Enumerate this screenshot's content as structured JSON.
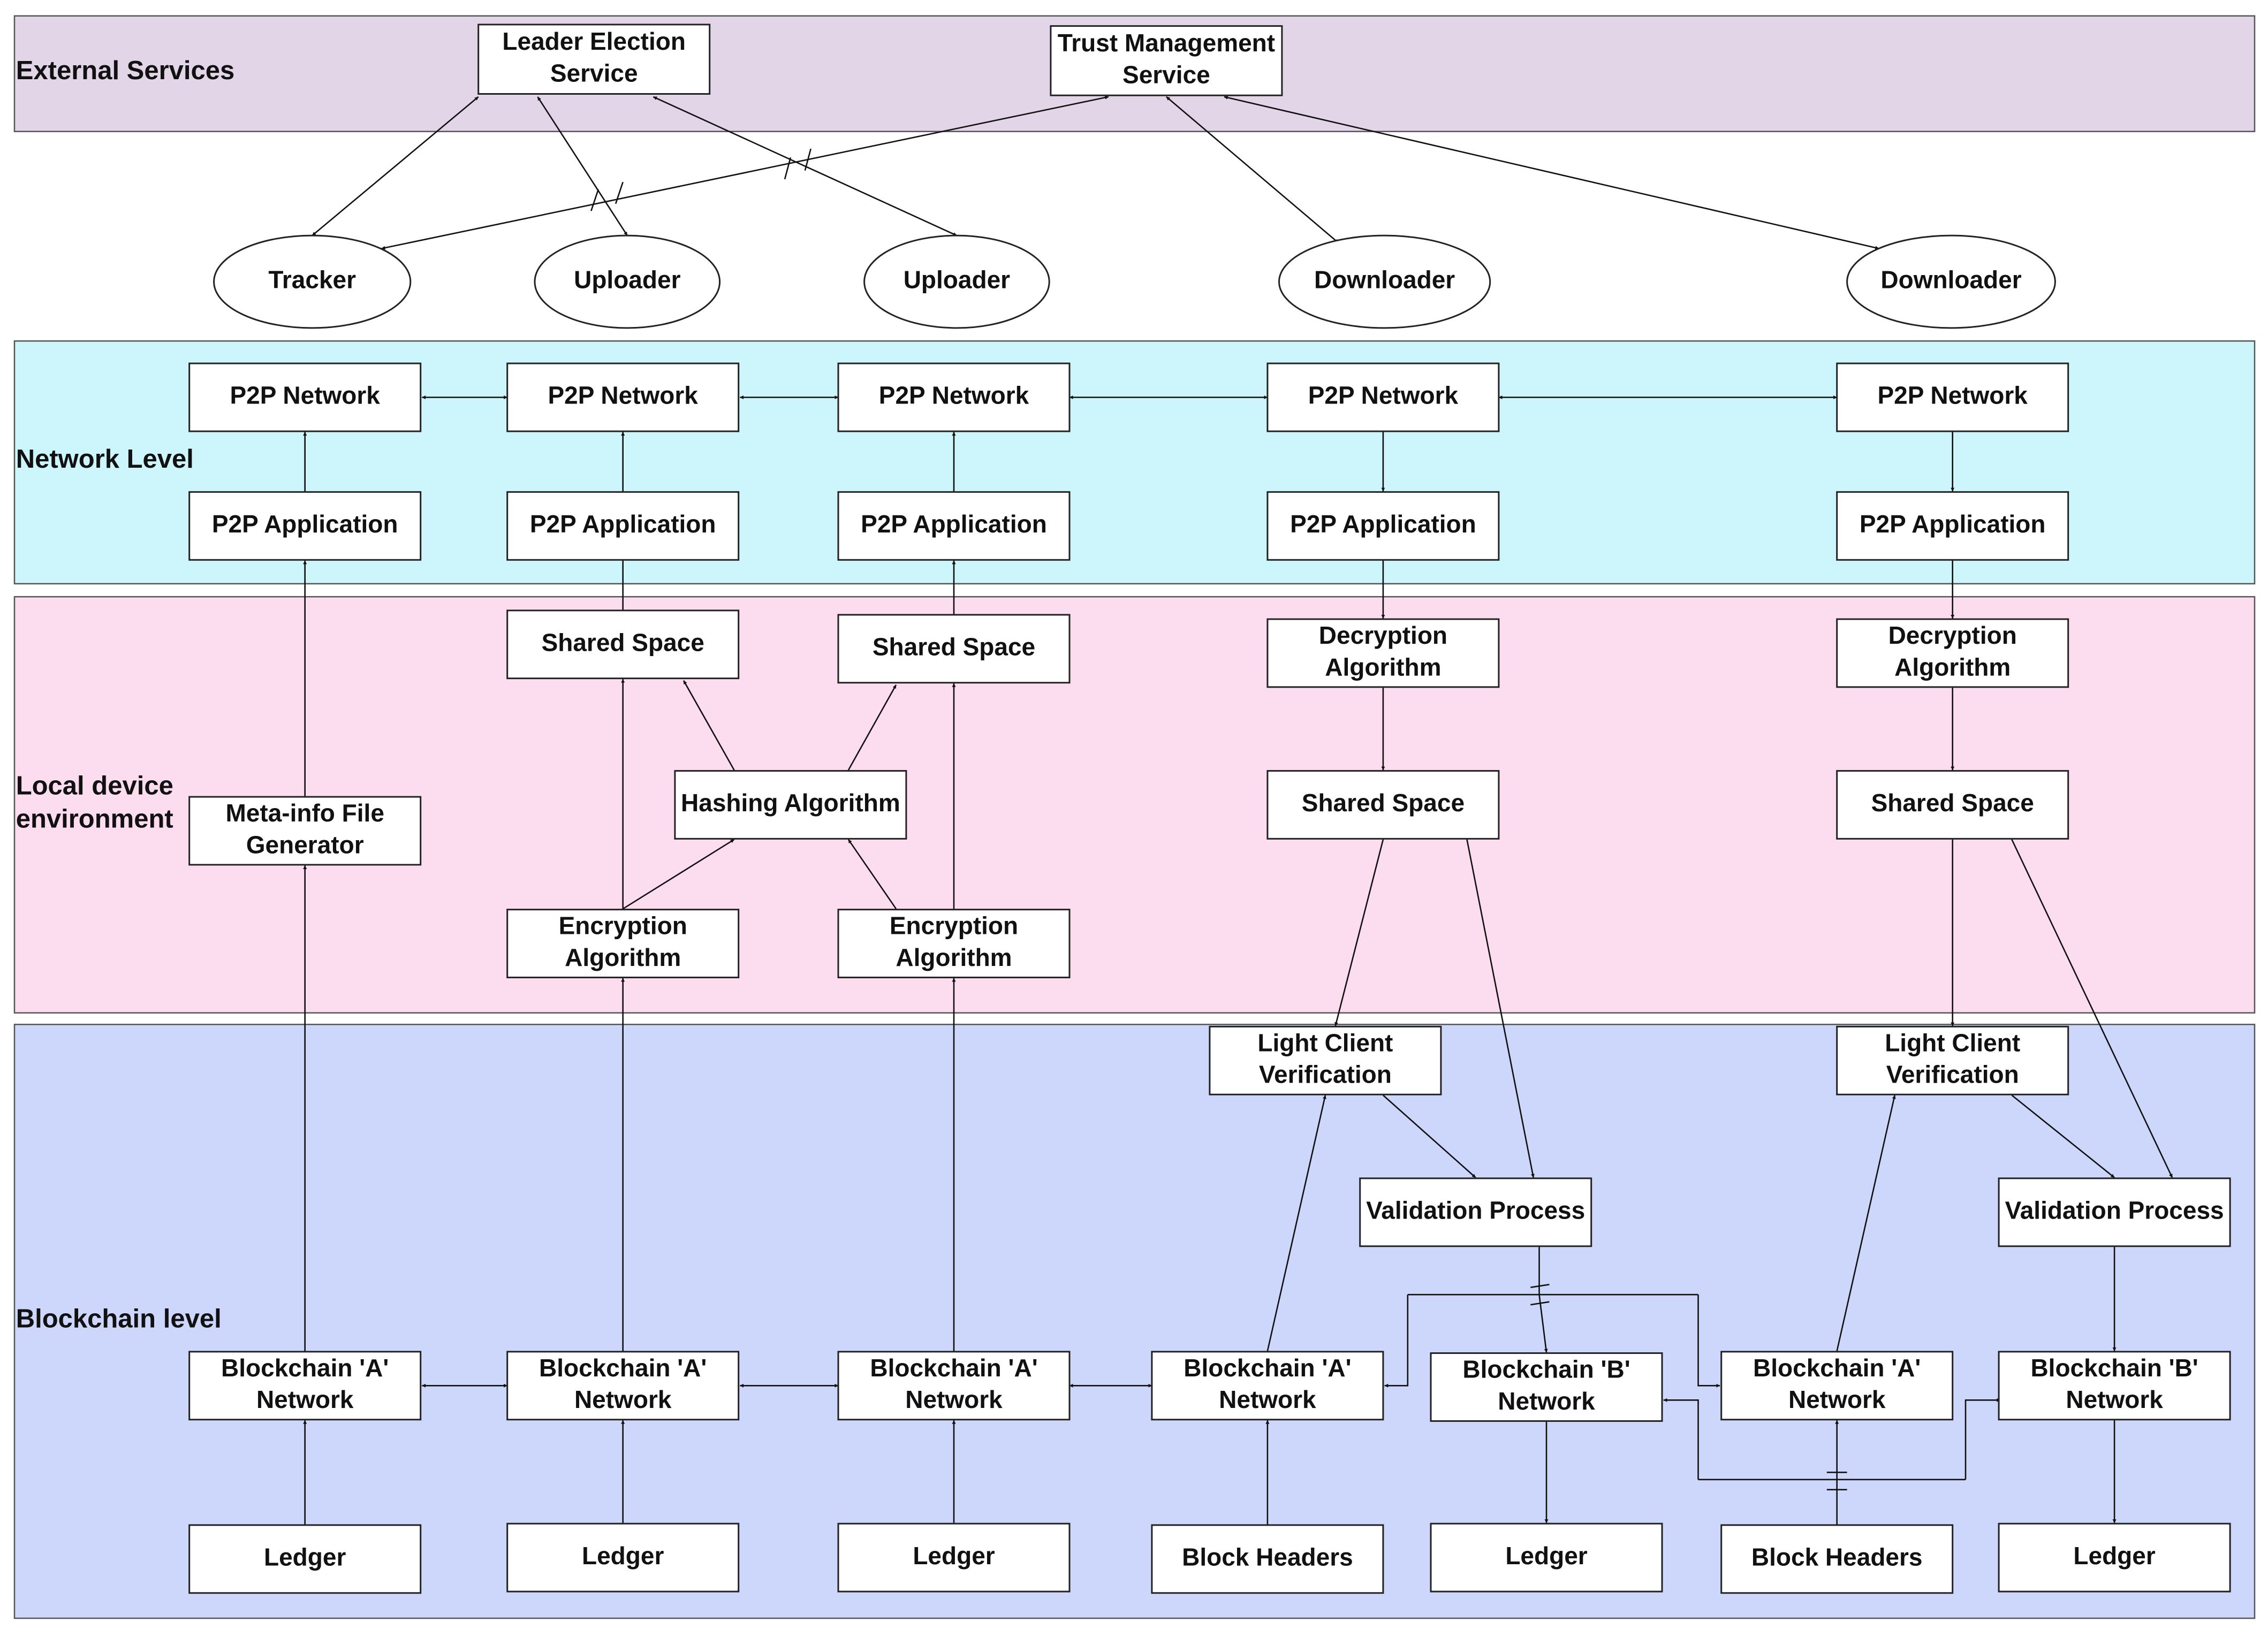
{
  "colors": {
    "external": "#e2d5e8",
    "network": "#cdf6fc",
    "local": "#fcdcef",
    "blockchain": "#ccd7fb"
  },
  "layers": [
    {
      "id": "external",
      "label": [
        "External Services"
      ]
    },
    {
      "id": "network",
      "label": [
        "Network Level"
      ]
    },
    {
      "id": "local",
      "label": [
        "Local device",
        "environment"
      ]
    },
    {
      "id": "blockchain",
      "label": [
        "Blockchain level"
      ]
    }
  ],
  "nodes": [
    {
      "id": "leader",
      "text": [
        "Leader Election",
        "Service"
      ]
    },
    {
      "id": "trust",
      "text": [
        "Trust Management",
        "Service"
      ]
    },
    {
      "id": "tracker",
      "text": [
        "Tracker"
      ]
    },
    {
      "id": "uploader1",
      "text": [
        "Uploader"
      ]
    },
    {
      "id": "uploader2",
      "text": [
        "Uploader"
      ]
    },
    {
      "id": "downloader1",
      "text": [
        "Downloader"
      ]
    },
    {
      "id": "downloader2",
      "text": [
        "Downloader"
      ]
    },
    {
      "id": "p2pnet1",
      "text": [
        "P2P Network"
      ]
    },
    {
      "id": "p2pnet2",
      "text": [
        "P2P Network"
      ]
    },
    {
      "id": "p2pnet3",
      "text": [
        "P2P Network"
      ]
    },
    {
      "id": "p2pnet4",
      "text": [
        "P2P Network"
      ]
    },
    {
      "id": "p2pnet5",
      "text": [
        "P2P Network"
      ]
    },
    {
      "id": "p2papp1",
      "text": [
        "P2P Application"
      ]
    },
    {
      "id": "p2papp2",
      "text": [
        "P2P Application"
      ]
    },
    {
      "id": "p2papp3",
      "text": [
        "P2P Application"
      ]
    },
    {
      "id": "p2papp4",
      "text": [
        "P2P Application"
      ]
    },
    {
      "id": "p2papp5",
      "text": [
        "P2P Application"
      ]
    },
    {
      "id": "shared2",
      "text": [
        "Shared Space"
      ]
    },
    {
      "id": "shared3",
      "text": [
        "Shared Space"
      ]
    },
    {
      "id": "decrypt4",
      "text": [
        "Decryption",
        "Algorithm"
      ]
    },
    {
      "id": "decrypt5",
      "text": [
        "Decryption",
        "Algorithm"
      ]
    },
    {
      "id": "hashing",
      "text": [
        "Hashing Algorithm"
      ]
    },
    {
      "id": "metainfo",
      "text": [
        "Meta-info File",
        "Generator"
      ]
    },
    {
      "id": "shared4",
      "text": [
        "Shared Space"
      ]
    },
    {
      "id": "shared5",
      "text": [
        "Shared Space"
      ]
    },
    {
      "id": "encrypt2",
      "text": [
        "Encryption",
        "Algorithm"
      ]
    },
    {
      "id": "encrypt3",
      "text": [
        "Encryption",
        "Algorithm"
      ]
    },
    {
      "id": "lcv4",
      "text": [
        "Light Client",
        "Verification"
      ]
    },
    {
      "id": "lcv5",
      "text": [
        "Light Client",
        "Verification"
      ]
    },
    {
      "id": "valid4",
      "text": [
        "Validation Process"
      ]
    },
    {
      "id": "valid5",
      "text": [
        "Validation Process"
      ]
    },
    {
      "id": "bcA1",
      "text": [
        "Blockchain 'A'",
        "Network"
      ]
    },
    {
      "id": "bcA2",
      "text": [
        "Blockchain 'A'",
        "Network"
      ]
    },
    {
      "id": "bcA3",
      "text": [
        "Blockchain 'A'",
        "Network"
      ]
    },
    {
      "id": "bcA4",
      "text": [
        "Blockchain 'A'",
        "Network"
      ]
    },
    {
      "id": "bcB4",
      "text": [
        "Blockchain 'B'",
        "Network"
      ]
    },
    {
      "id": "bcA5",
      "text": [
        "Blockchain 'A'",
        "Network"
      ]
    },
    {
      "id": "bcB5",
      "text": [
        "Blockchain 'B'",
        "Network"
      ]
    },
    {
      "id": "ledger1",
      "text": [
        "Ledger"
      ]
    },
    {
      "id": "ledger2",
      "text": [
        "Ledger"
      ]
    },
    {
      "id": "ledger3",
      "text": [
        "Ledger"
      ]
    },
    {
      "id": "headers4",
      "text": [
        "Block Headers"
      ]
    },
    {
      "id": "ledger4",
      "text": [
        "Ledger"
      ]
    },
    {
      "id": "headers5",
      "text": [
        "Block Headers"
      ]
    },
    {
      "id": "ledger5",
      "text": [
        "Ledger"
      ]
    }
  ]
}
